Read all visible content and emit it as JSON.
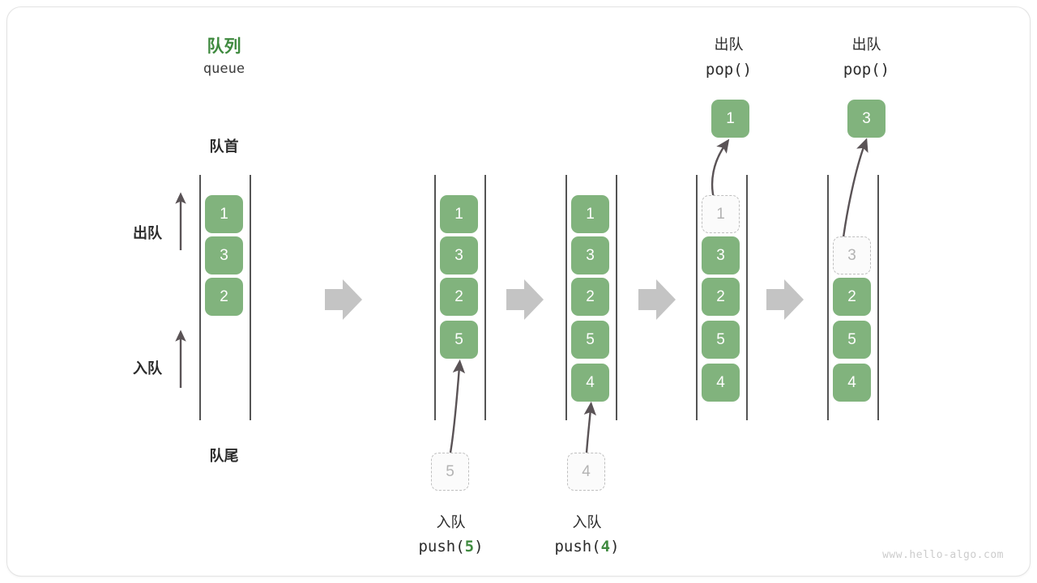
{
  "diagram": {
    "title_cn": "队列",
    "title_en": "queue",
    "front_label": "队首",
    "rear_label": "队尾",
    "dequeue_label": "出队",
    "enqueue_label": "入队",
    "watermark": "www.hello-algo.com",
    "colors": {
      "element_green": "#81b37d",
      "accent_green": "#3f8a3f",
      "rail_gray": "#545454",
      "arrow_gray": "#c4c4c4",
      "ghost_gray": "#bfbfbf",
      "text_dark": "#2b2b2b"
    }
  },
  "stages": [
    {
      "name": "initial",
      "cells": [
        "1",
        "3",
        "2"
      ]
    },
    {
      "name": "after-push-5",
      "cells": [
        "1",
        "3",
        "2",
        "5"
      ],
      "incoming": "5",
      "op_cn": "入队",
      "op_code_prefix": "push(",
      "op_code_value": "5",
      "op_code_suffix": ")"
    },
    {
      "name": "after-push-4",
      "cells": [
        "1",
        "3",
        "2",
        "5",
        "4"
      ],
      "incoming": "4",
      "op_cn": "入队",
      "op_code_prefix": "push(",
      "op_code_value": "4",
      "op_code_suffix": ")"
    },
    {
      "name": "after-pop-1",
      "ghost": "1",
      "cells": [
        "3",
        "2",
        "5",
        "4"
      ],
      "popped": "1",
      "op_cn": "出队",
      "op_code": "pop()"
    },
    {
      "name": "after-pop-3",
      "ghost": "3",
      "cells": [
        "2",
        "5",
        "4"
      ],
      "popped": "3",
      "op_cn": "出队",
      "op_code": "pop()"
    }
  ],
  "transitions": [
    "arrow-1",
    "arrow-2",
    "arrow-3",
    "arrow-4"
  ]
}
